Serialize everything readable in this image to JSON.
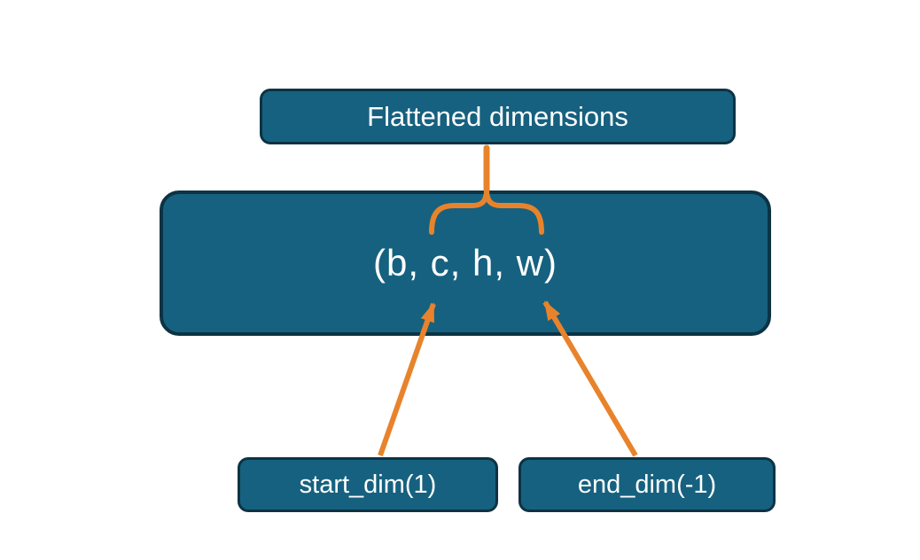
{
  "diagram": {
    "title_box": {
      "label": "Flattened dimensions"
    },
    "main_box": {
      "label": "(b, c, h, w)"
    },
    "param_boxes": [
      {
        "label": "start_dim(1)"
      },
      {
        "label": "end_dim(-1)"
      }
    ],
    "colors": {
      "box_fill": "#16617f",
      "box_border": "#0d3344",
      "text": "#ffffff",
      "accent": "#e8832c",
      "background": "#ffffff"
    }
  }
}
